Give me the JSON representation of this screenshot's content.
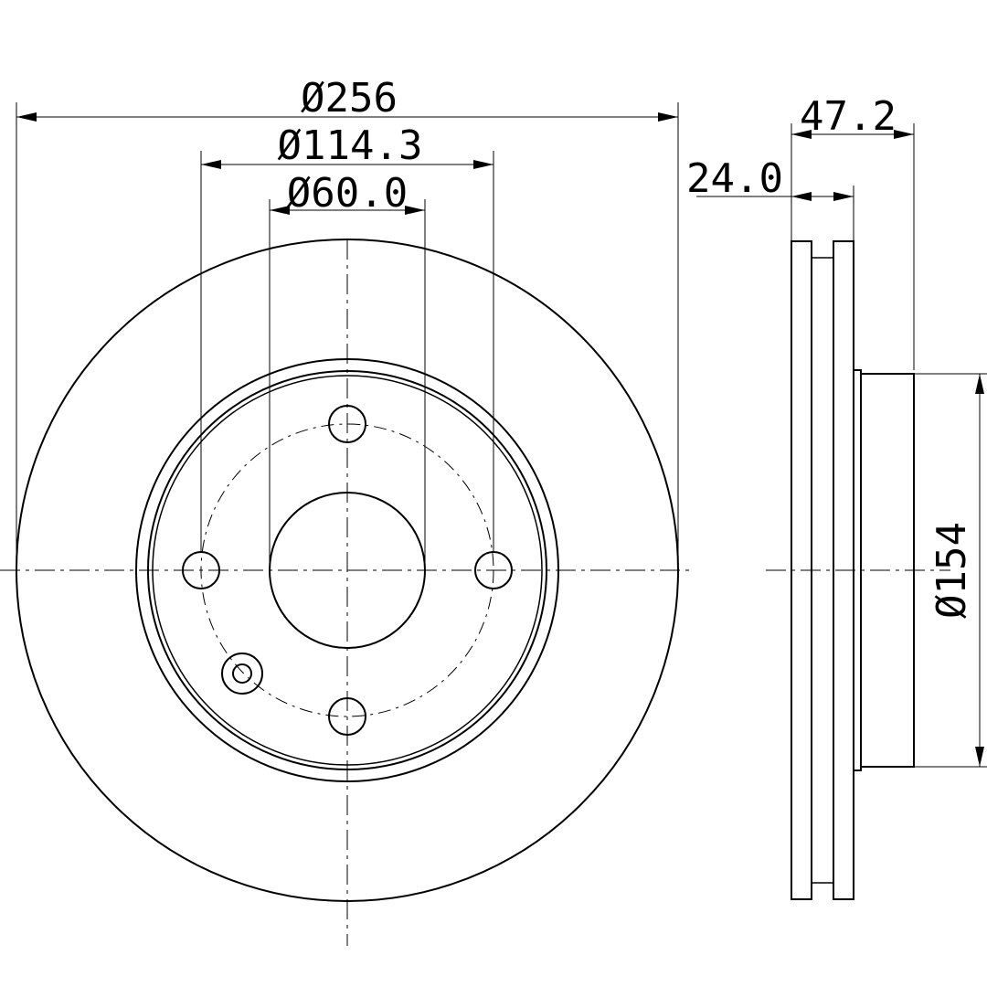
{
  "dimensions": {
    "outer_diameter": "Ø256",
    "bolt_circle_diameter": "Ø114.3",
    "center_bore_diameter": "Ø60.0",
    "total_height": "47.2",
    "thickness": "24.0",
    "hat_diameter": "Ø154"
  },
  "colors": {
    "line": "#000000",
    "background": "#ffffff"
  }
}
